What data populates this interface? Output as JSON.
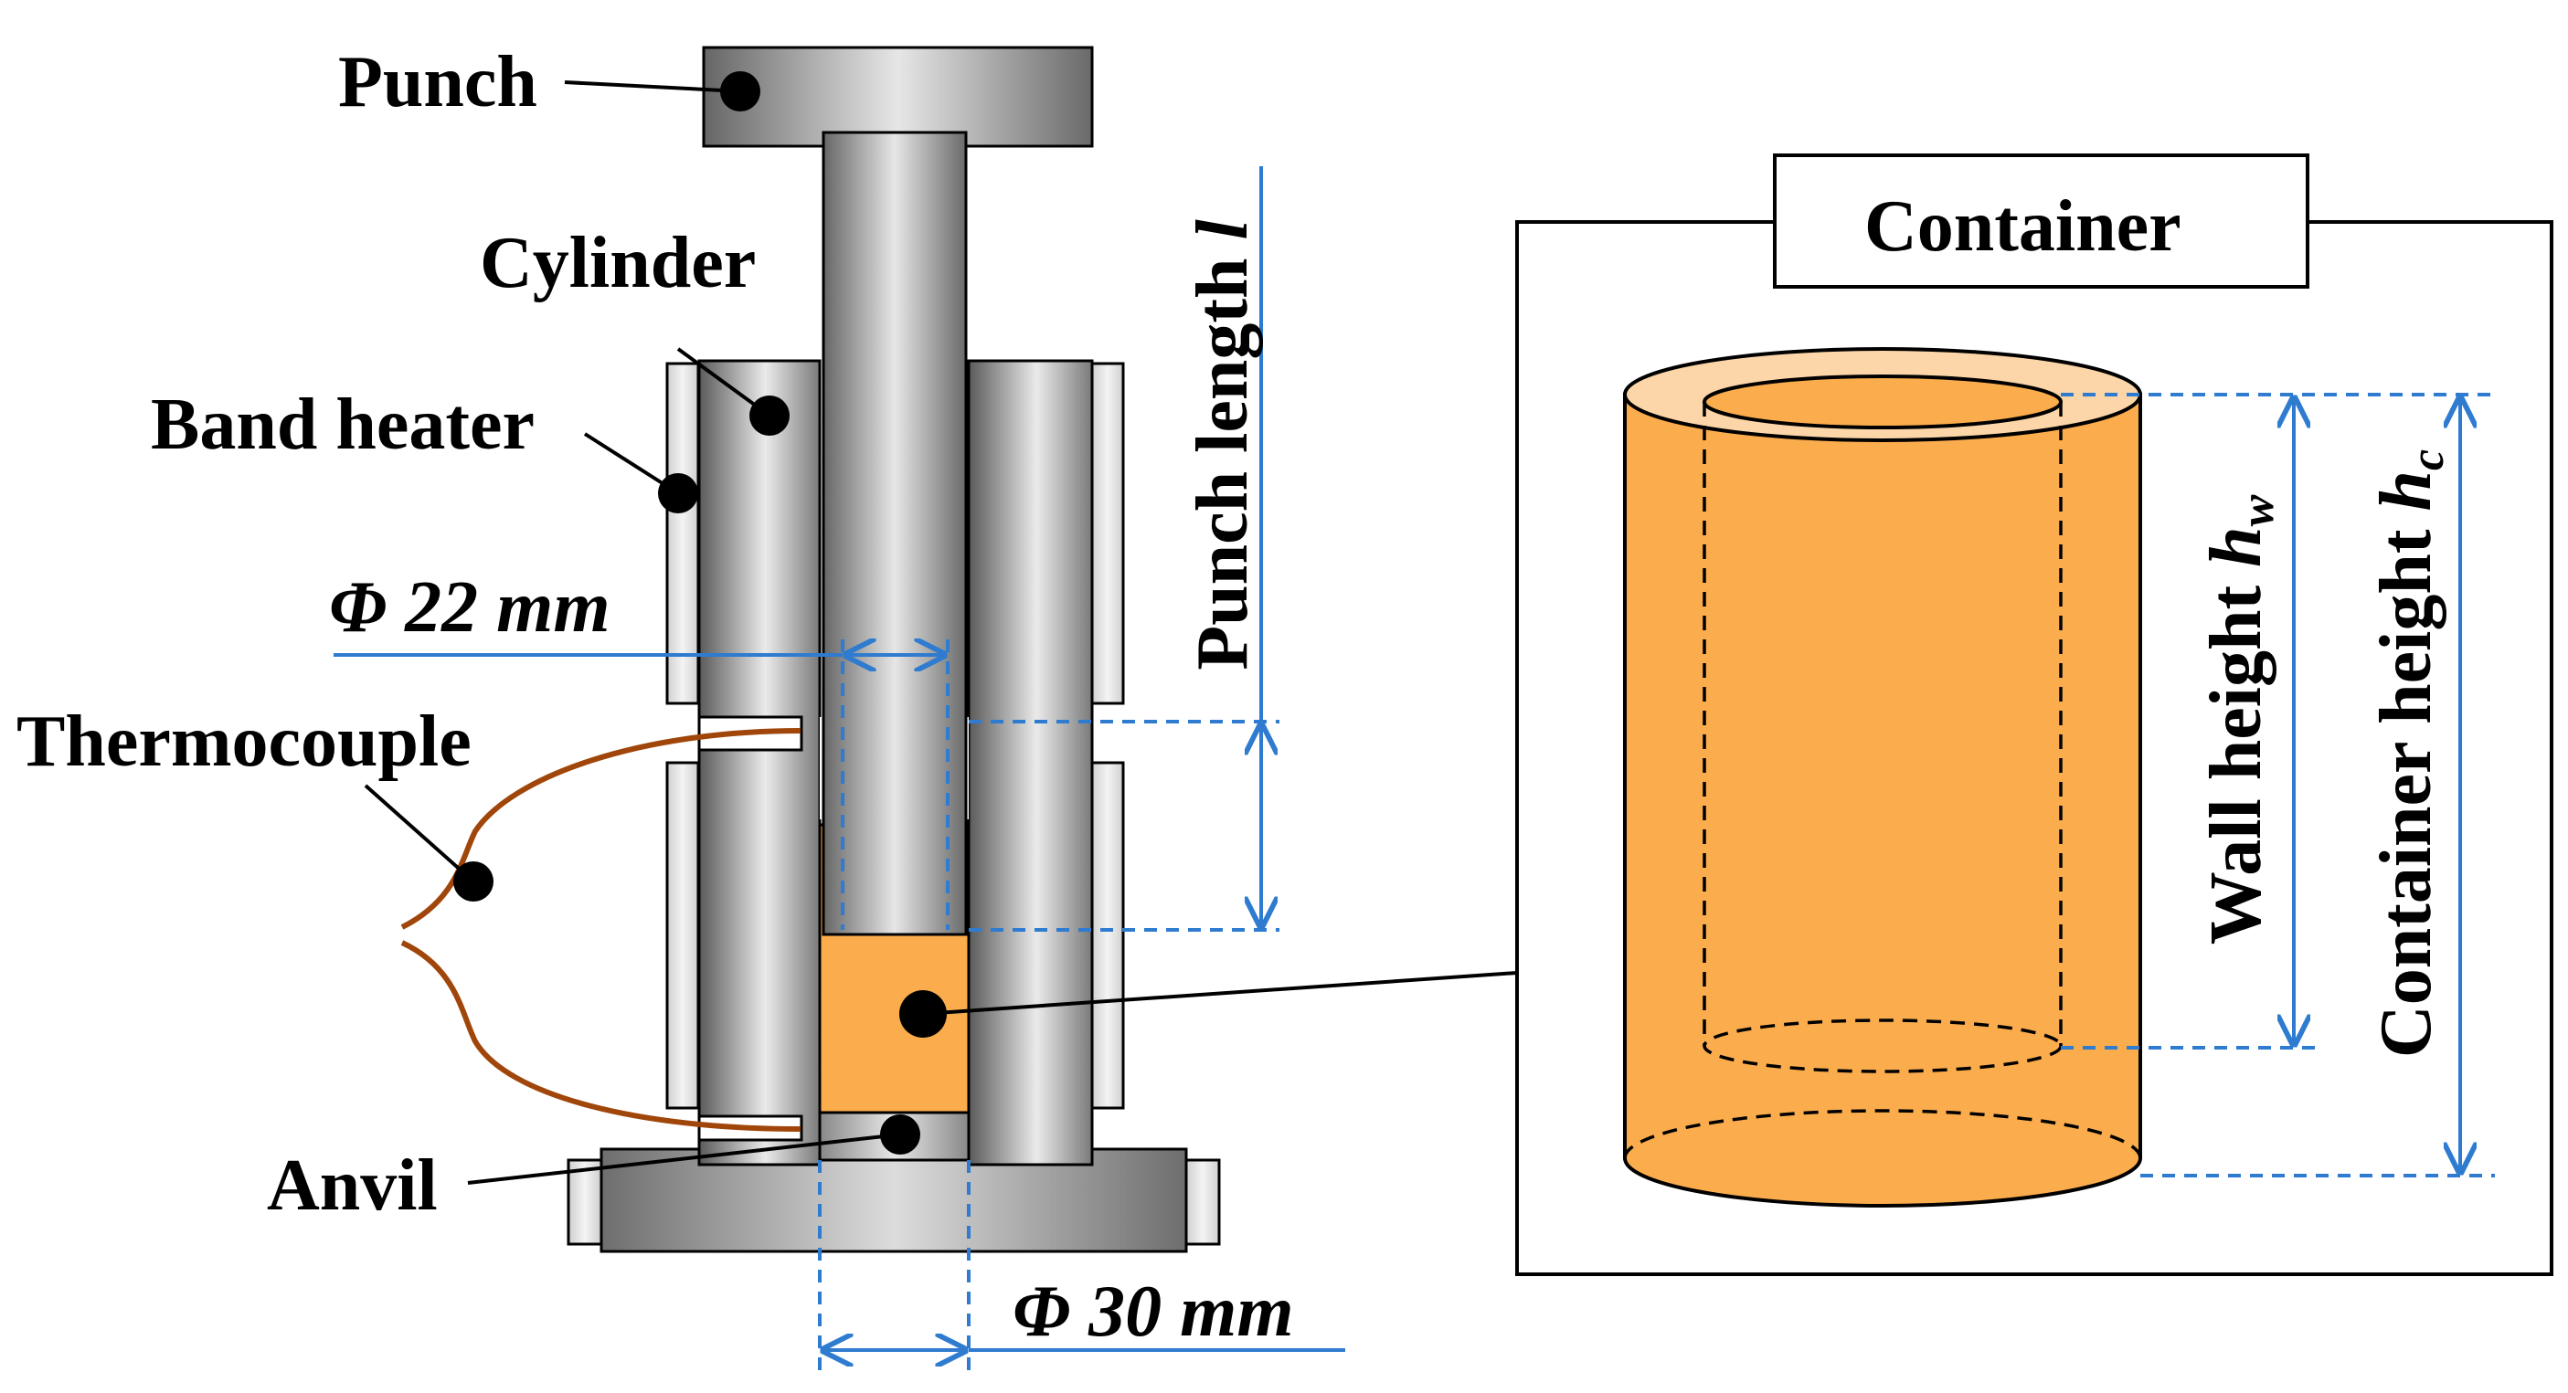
{
  "labels": {
    "punch": "Punch",
    "cylinder": "Cylinder",
    "band_heater": "Band heater",
    "phi22": "Φ 22 mm",
    "thermocouple": "Thermocouple",
    "anvil": "Anvil",
    "phi30": "Φ 30 mm",
    "container": "Container",
    "punch_length": "Punch length",
    "punch_length_symbol": "l",
    "wall_height": "Wall height",
    "wall_height_symbol": "h",
    "wall_height_sub": "w",
    "container_height": "Container height",
    "container_height_symbol": "h",
    "container_height_sub": "c"
  },
  "colors": {
    "metal_dark": "#5f5f5f",
    "metal_light": "#e4e4e4",
    "sample_orange": "#fbac4c",
    "container_top": "#fcd6a8",
    "dimension_blue": "#2e7bd0",
    "thermocouple_wire": "#a0460a"
  }
}
